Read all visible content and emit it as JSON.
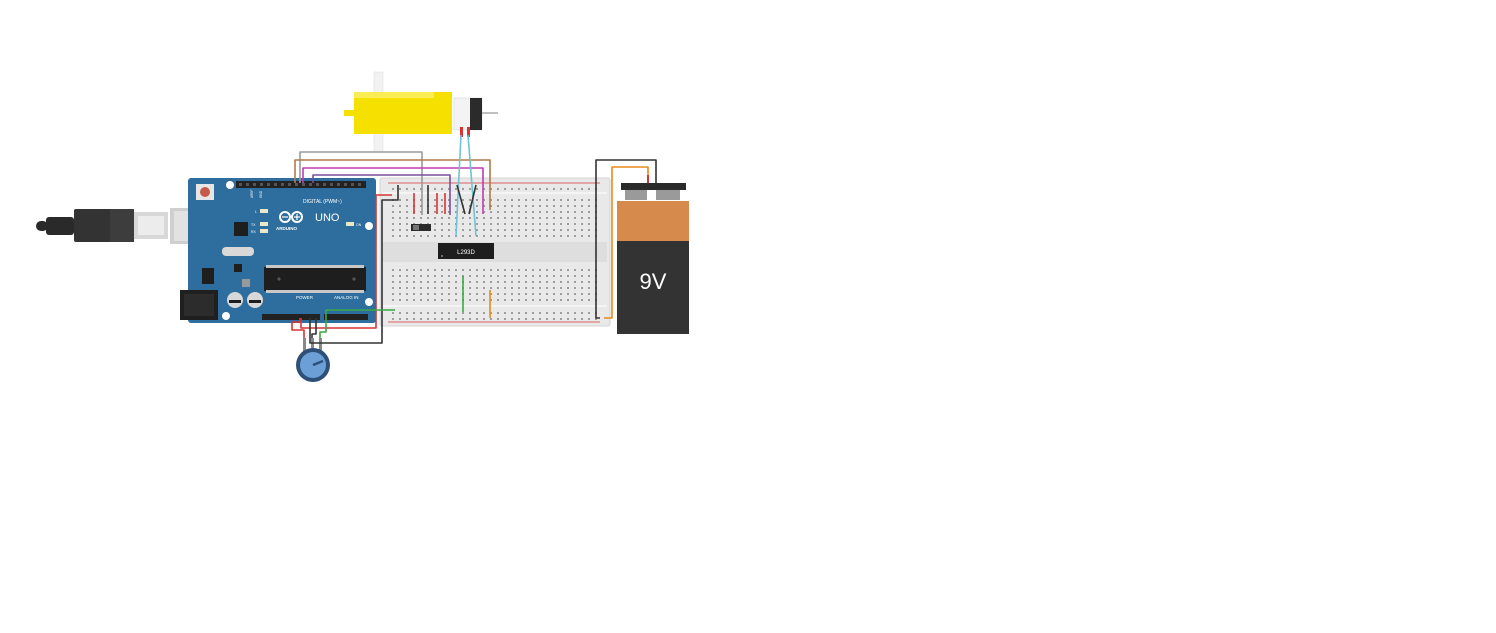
{
  "arduino": {
    "logo_text": "ARDUINO",
    "model_text": "UNO",
    "digital_label": "DIGITAL (PWM~)",
    "power_label": "POWER",
    "analog_label": "ANALOG IN",
    "tx_label": "TX",
    "rx_label": "RX",
    "l_label": "L",
    "on_label": "ON",
    "color_board": "#2e6e9e"
  },
  "driver_chip": {
    "label": "L293D"
  },
  "battery": {
    "label": "9V",
    "color_top": "#d68b4c",
    "color_body": "#333333"
  },
  "motor": {
    "color": "#f5e000"
  },
  "wire_colors": {
    "red": "#d93434",
    "black": "#333333",
    "brown": "#b07a4a",
    "gray": "#9a9a9a",
    "purple": "#7a4fa0",
    "magenta": "#c03bb0",
    "cyan": "#6fc3d3",
    "green": "#3aa845",
    "orange": "#e88a1a"
  }
}
